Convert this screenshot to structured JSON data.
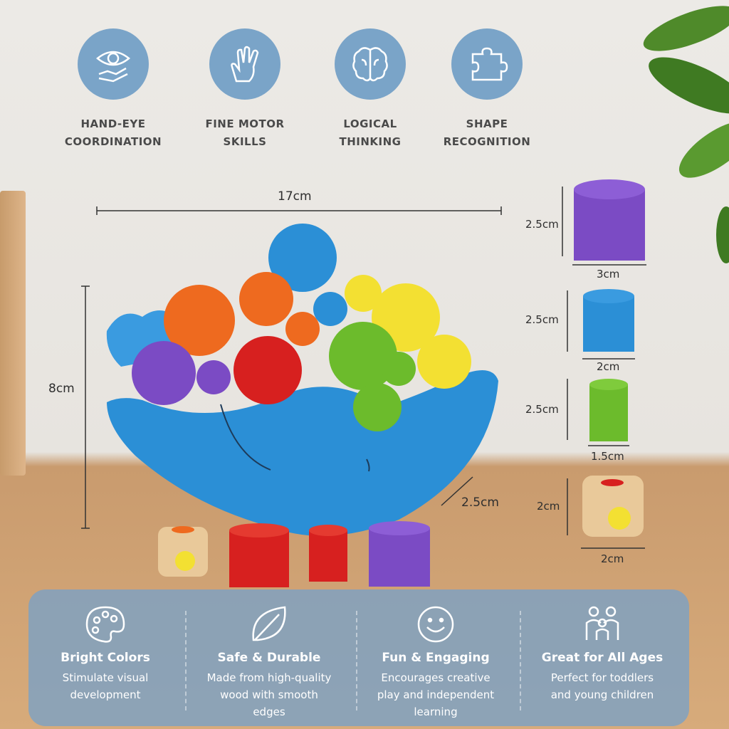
{
  "features": [
    {
      "label": "HAND-EYE\nCOORDINATION",
      "icon": "eye-hand-icon"
    },
    {
      "label": "FINE MOTOR\nSKILLS",
      "icon": "hand-icon"
    },
    {
      "label": "LOGICAL\nTHINKING",
      "icon": "brain-icon"
    },
    {
      "label": "SHAPE\nRECOGNITION",
      "icon": "puzzle-icon"
    }
  ],
  "dimensions": {
    "width": "17cm",
    "height": "8cm",
    "depth": "2.5cm"
  },
  "pieces": [
    {
      "height": "2.5cm",
      "width": "3cm",
      "color": "#7b4bc4"
    },
    {
      "height": "2.5cm",
      "width": "2cm",
      "color": "#2b8fd6"
    },
    {
      "height": "2.5cm",
      "width": "1.5cm",
      "color": "#6cbb2c"
    },
    {
      "height": "2cm",
      "width": "2cm",
      "color": "#e9c99a"
    }
  ],
  "benefits": [
    {
      "title": "Bright Colors",
      "desc": "Stimulate visual\ndevelopment",
      "icon": "palette-icon"
    },
    {
      "title": "Safe & Durable",
      "desc": "Made from high-quality\nwood with smooth\nedges",
      "icon": "leaf-icon"
    },
    {
      "title": "Fun & Engaging",
      "desc": "Encourages creative\nplay and independent\nlearning",
      "icon": "smile-icon"
    },
    {
      "title": "Great for All Ages",
      "desc": "Perfect for toddlers\nand young children",
      "icon": "family-icon"
    }
  ],
  "colors": {
    "accent": "#7aa4c8",
    "moon": "#2b8fd6",
    "orange": "#ee6a1f",
    "red": "#d7201f",
    "yellow": "#f3e032",
    "green": "#6cbb2c",
    "purple": "#7b4bc4",
    "blue": "#2b8fd6"
  }
}
